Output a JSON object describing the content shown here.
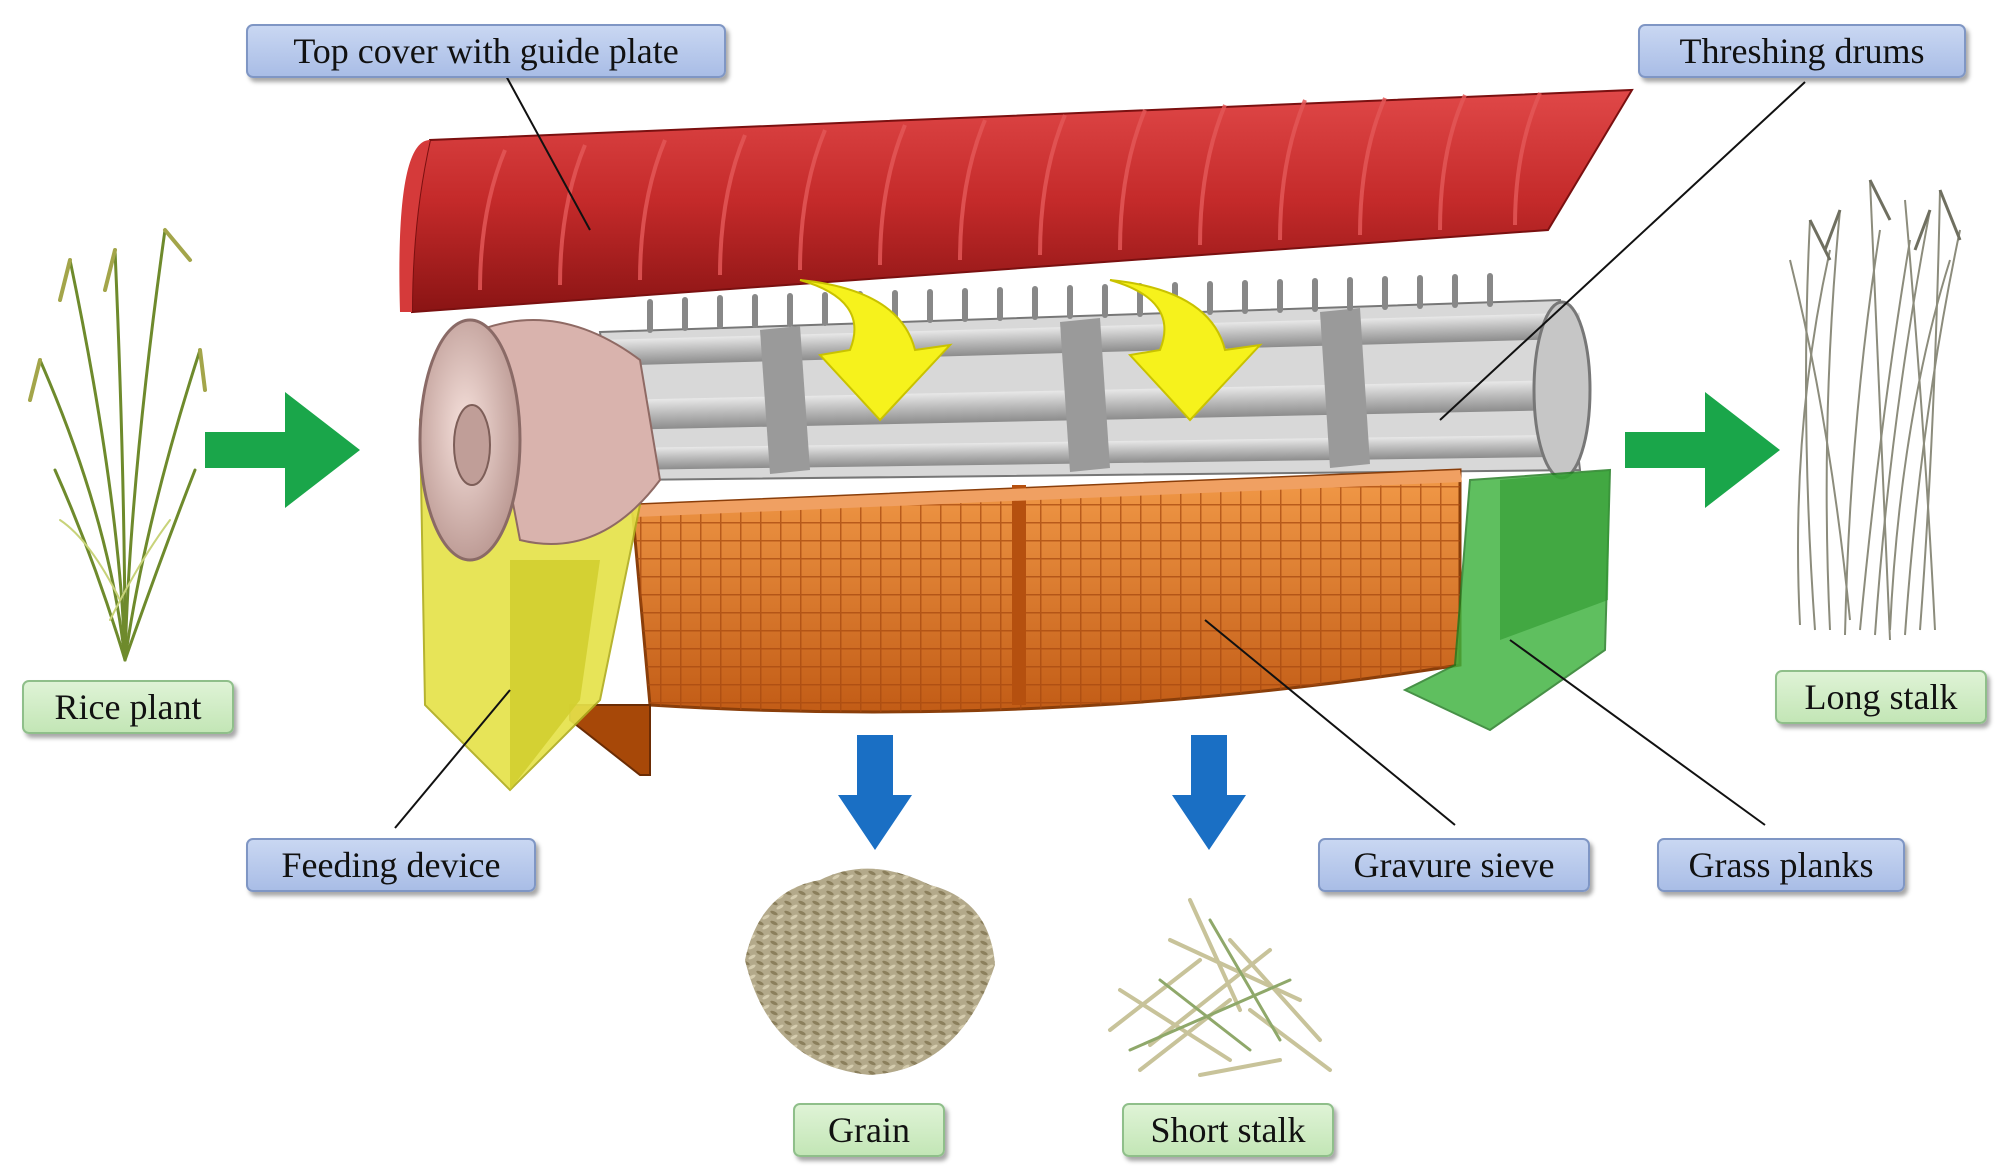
{
  "labels": {
    "top_cover": "Top cover with guide plate",
    "threshing_drums": "Threshing drums",
    "rice_plant": "Rice plant",
    "long_stalk": "Long stalk",
    "feeding_device": "Feeding device",
    "gravure_sieve": "Gravure sieve",
    "grass_planks": "Grass planks",
    "grain": "Grain",
    "short_stalk": "Short stalk"
  },
  "colors": {
    "cover_red": "#c42a2a",
    "sieve_orange": "#e0762a",
    "feeder_yellow": "#e6e24a",
    "plank_green": "#3db23d",
    "flow_arrow_green": "#1aa64a",
    "rotation_arrow_yellow": "#f6f21c",
    "output_arrow_blue": "#1a6fc4",
    "label_blue": "#b6c8ec",
    "label_green": "#d0ecc4"
  }
}
